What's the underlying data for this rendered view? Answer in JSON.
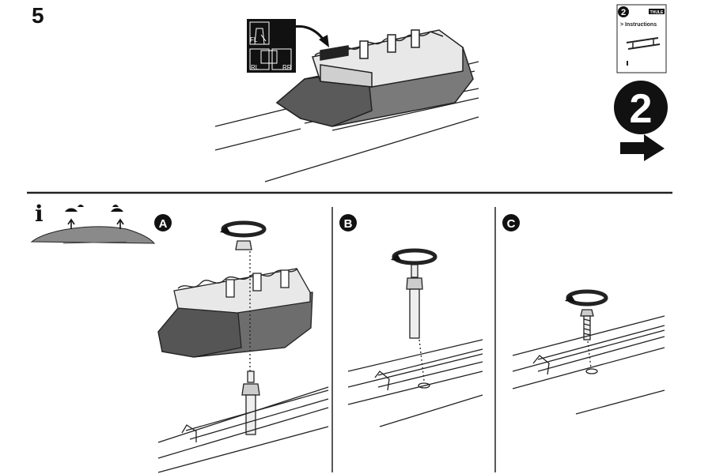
{
  "step": {
    "number": "5"
  },
  "position_labels": {
    "front_left": "FL",
    "rear_left": "RL",
    "rear_right": "RR"
  },
  "instructions_card": {
    "number": "2",
    "title": "> Instructions",
    "brand": "THULE"
  },
  "next_step": {
    "number": "2"
  },
  "info": {
    "symbol": "i"
  },
  "panels": [
    {
      "letter": "A"
    },
    {
      "letter": "B"
    },
    {
      "letter": "C"
    }
  ]
}
